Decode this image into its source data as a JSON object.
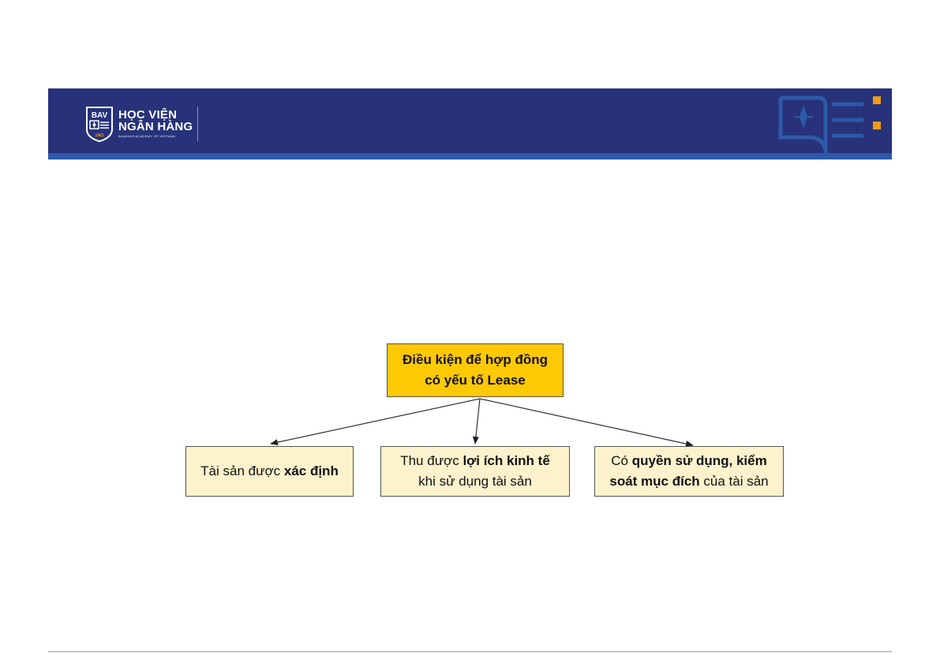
{
  "header": {
    "logo_line1": "HỌC VIỆN",
    "logo_line2": "NGÂN HÀNG",
    "logo_line3": "BANKING ACADEMY OF VIETNAM",
    "logo_badge": "BAV",
    "logo_year": "1961",
    "colors": {
      "bar": "#27327a",
      "stripe": "#2c5aa8",
      "accent": "#f39c12"
    }
  },
  "diagram": {
    "root": {
      "line1": "Điều kiện để hợp đồng",
      "line2": "có yếu tố Lease"
    },
    "children": [
      {
        "line1_normal": "Tài sản được ",
        "line1_bold": "xác định",
        "line2_bold": "",
        "line2_normal": ""
      },
      {
        "line1_normal": "Thu được ",
        "line1_bold": "lợi ích kinh tế",
        "line2_bold": "",
        "line2_normal": "khi sử dụng tài sản"
      },
      {
        "line1_normal": "Có ",
        "line1_bold": "quyền sử dụng, kiểm",
        "line2_bold": "soát mục đích",
        "line2_normal": " của tài sản"
      }
    ],
    "colors": {
      "root_fill": "#ffc905",
      "child_fill": "#fdf2cc",
      "border": "#555555"
    }
  }
}
